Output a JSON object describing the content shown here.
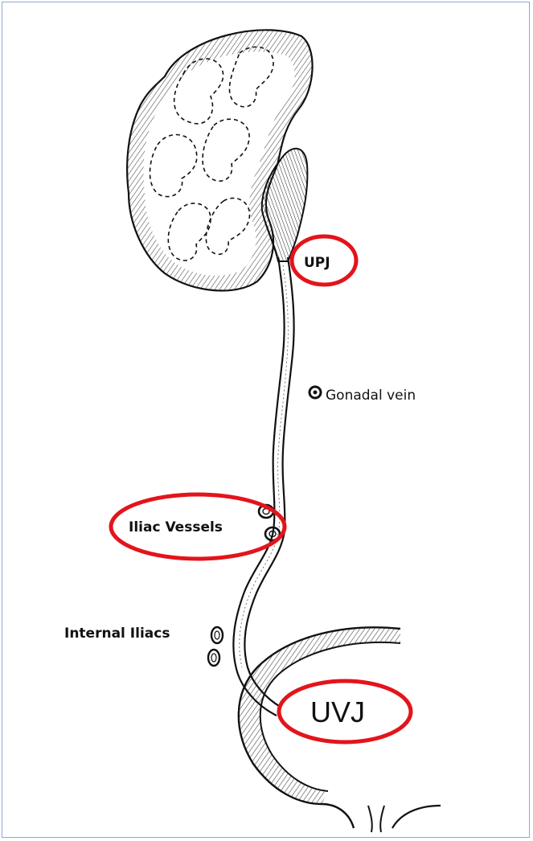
{
  "diagram": {
    "labels": {
      "upj": "UPJ",
      "gonadal_vein": "Gonadal vein",
      "iliac_vessels": "Iliac Vessels",
      "internal_iliacs": "Internal Iliacs",
      "uvj": "UVJ"
    },
    "colors": {
      "highlight": "#e3141b",
      "ink": "#111111",
      "frame": "#8fa8d8"
    }
  }
}
